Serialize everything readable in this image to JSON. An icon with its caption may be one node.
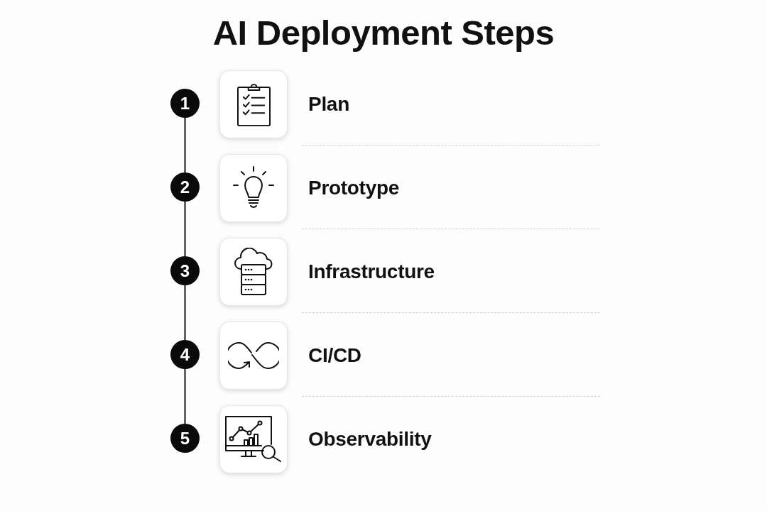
{
  "diagram": {
    "title": "AI Deployment Steps",
    "nodes": [
      {
        "text": [
          "1"
        ]
      },
      {
        "text": [
          "Plan"
        ]
      },
      {
        "text": [
          "2"
        ]
      },
      {
        "text": [
          "Prototype"
        ]
      },
      {
        "text": [
          "3"
        ]
      },
      {
        "text": [
          "Infrastructure"
        ]
      },
      {
        "text": [
          "4"
        ]
      },
      {
        "text": [
          "CI/CD"
        ]
      },
      {
        "text": [
          "5"
        ]
      },
      {
        "text": [
          "Observability"
        ]
      }
    ],
    "edges": [
      {
        "from": 0,
        "to": 2,
        "arrow": "none"
      },
      {
        "from": 2,
        "to": 4,
        "arrow": "none"
      },
      {
        "from": 4,
        "to": 6,
        "arrow": "none"
      },
      {
        "from": 6,
        "to": 8,
        "arrow": "none"
      }
    ]
  }
}
